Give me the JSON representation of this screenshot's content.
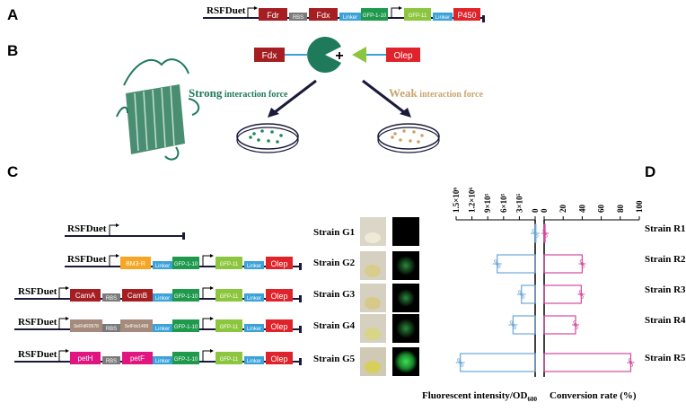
{
  "panels": {
    "a": "A",
    "b": "B",
    "c": "C",
    "d": "D"
  },
  "colors": {
    "dark_red": "#a51e22",
    "grey": "#7a7a7a",
    "blue": "#3aa2d8",
    "green": "#1f9a4d",
    "lime": "#8cc63f",
    "red": "#e0232a",
    "orange": "#f6a623",
    "tan": "#a68b7c",
    "magenta": "#e0157f",
    "teal": "#1e7a5a",
    "tan_dots": "#c9a56b",
    "bar_blue": "#6aa6d8",
    "bar_pink": "#d24aa0"
  },
  "panel_a": {
    "vector": "RSFDuet",
    "parts": [
      "Fdr",
      "RBS",
      "Fdx",
      "Linker",
      "GFP-1-10",
      "GFP-11",
      "Linker",
      "P450"
    ]
  },
  "panel_b": {
    "fdx": "Fdx",
    "olep": "Olep",
    "plus": "+",
    "strong_word": "Strong",
    "strong_rest": " interaction force",
    "weak_word": "Weak",
    "weak_rest": " interaction force"
  },
  "panel_c": {
    "constructs": [
      {
        "vector": "RSFDuet",
        "strain": "Strain G1",
        "parts": []
      },
      {
        "vector": "RSFDuet",
        "strain": "Strain G2",
        "parts": [
          "BM3-R",
          "Linker",
          "GFP-1-10",
          "GFP-11",
          "Linker",
          "Olep"
        ]
      },
      {
        "vector": "RSFDuet",
        "strain": "Strain G3",
        "parts": [
          "CamA",
          "RBS",
          "CamB",
          "Linker",
          "GFP-1-10",
          "GFP-11",
          "Linker",
          "Olep"
        ]
      },
      {
        "vector": "RSFDuet",
        "strain": "Strain G4",
        "parts": [
          "SelFdR0978",
          "RBS",
          "SelFdx1499",
          "Linker",
          "GFP-1-10",
          "GFP-11",
          "Linker",
          "Olep"
        ]
      },
      {
        "vector": "RSFDuet",
        "strain": "Strain G5",
        "parts": [
          "petH",
          "RBS",
          "petF",
          "Linker",
          "GFP-1-10",
          "GFP-11",
          "Linker",
          "Olep"
        ]
      }
    ]
  },
  "panel_d": {
    "left_ticks": [
      "1.5×10⁶",
      "1.2×10⁶",
      "9×10⁵",
      "6×10⁵",
      "3×10⁵",
      "0"
    ],
    "right_ticks": [
      "0",
      "20",
      "40",
      "60",
      "80",
      "100"
    ],
    "left_xlabel_main": "Fluorescent intensity/OD",
    "left_xlabel_sub": "600",
    "right_xlabel": "Conversion rate (%)",
    "strains": [
      "Strain R1",
      "Strain R2",
      "Strain R3",
      "Strain R4",
      "Strain R5"
    ]
  },
  "chart_data": [
    {
      "type": "bar",
      "orientation": "horizontal",
      "xlabel": "Fluorescent intensity/OD600",
      "xlim": [
        0,
        1500000
      ],
      "categories": [
        "Strain R1",
        "Strain R2",
        "Strain R3",
        "Strain R4",
        "Strain R5"
      ],
      "values": [
        0,
        720000,
        260000,
        420000,
        1420000
      ]
    },
    {
      "type": "bar",
      "orientation": "horizontal",
      "xlabel": "Conversion rate (%)",
      "xlim": [
        0,
        100
      ],
      "categories": [
        "Strain R1",
        "Strain R2",
        "Strain R3",
        "Strain R4",
        "Strain R5"
      ],
      "values": [
        1,
        40,
        39,
        33,
        91
      ]
    }
  ]
}
